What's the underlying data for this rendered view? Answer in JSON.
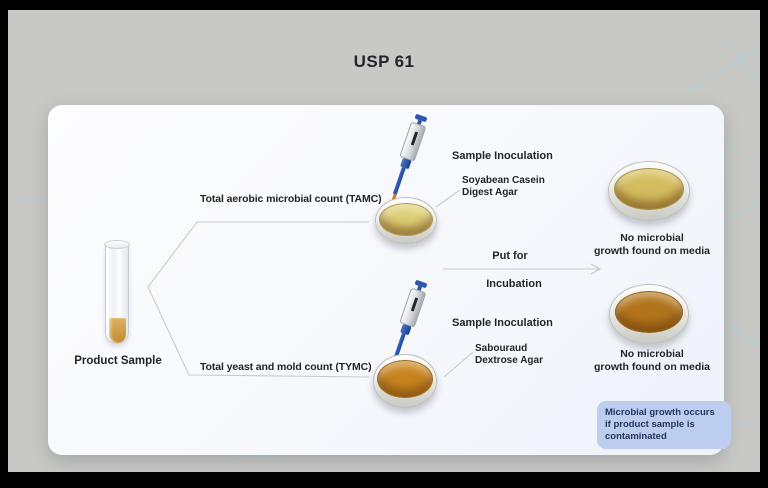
{
  "title": "USP 61",
  "sample": {
    "label": "Product Sample"
  },
  "tamc": {
    "label": "Total aerobic microbial count (TAMC)",
    "inoculation": "Sample Inoculation",
    "agar": "Soyabean Casein\nDigest Agar",
    "agar_color": "#ddcf76",
    "result": {
      "caption": "No microbial\ngrowth found on media",
      "agar_color": "#d4bd5e"
    }
  },
  "tymc": {
    "label": "Total yeast and mold count (TYMC)",
    "inoculation": "Sample Inoculation",
    "agar": "Sabouraud\nDextrose Agar",
    "agar_color": "#c98420",
    "result": {
      "caption": "No microbial\ngrowth found on media",
      "agar_color": "#b2741c"
    }
  },
  "incubation": {
    "line1": "Put for",
    "line2": "Incubation"
  },
  "note": {
    "text": "Microbial growth occurs\nif product sample is\ncontaminated",
    "bg": "#bccdf0",
    "fg": "#26345e"
  },
  "colors": {
    "frame": "#000000",
    "background": "#c8c8c5",
    "card": "#f7f9fd",
    "connector": "#c7cad2",
    "pipette_blue": "#2d57ae",
    "tip_orange": "#cf7a1d",
    "sample_liquid": "#d0a04a",
    "pattern_blue": "#a7d3e4",
    "text": "#22242c"
  }
}
